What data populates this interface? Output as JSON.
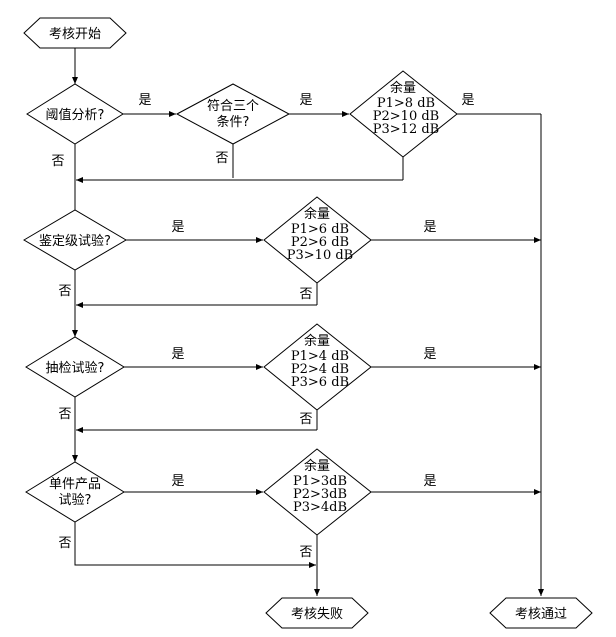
{
  "start_label": "考核开始",
  "fail_label": "考核失败",
  "pass_label": "考核通过",
  "yes": "是",
  "no": "否",
  "threshold": {
    "question": "阈值分析?",
    "condition_line1": "符合三个",
    "condition_line2": "条件?",
    "margin_title": "余量",
    "margin_lines": [
      "P1>8 dB",
      "P2>10 dB",
      "P3>12 dB"
    ]
  },
  "qualification": {
    "question": "鉴定级试验?",
    "margin_title": "余量",
    "margin_lines": [
      "P1>6 dB",
      "P2>6 dB",
      "P3>10 dB"
    ]
  },
  "sampling": {
    "question": "抽检试验?",
    "margin_title": "余量",
    "margin_lines": [
      "P1>4 dB",
      "P2>4 dB",
      "P3>6 dB"
    ]
  },
  "single": {
    "question_line1": "单件产品",
    "question_line2": "试验?",
    "margin_title": "余量",
    "margin_lines": [
      "P1>3dB",
      "P2>3dB",
      "P3>4dB"
    ]
  }
}
